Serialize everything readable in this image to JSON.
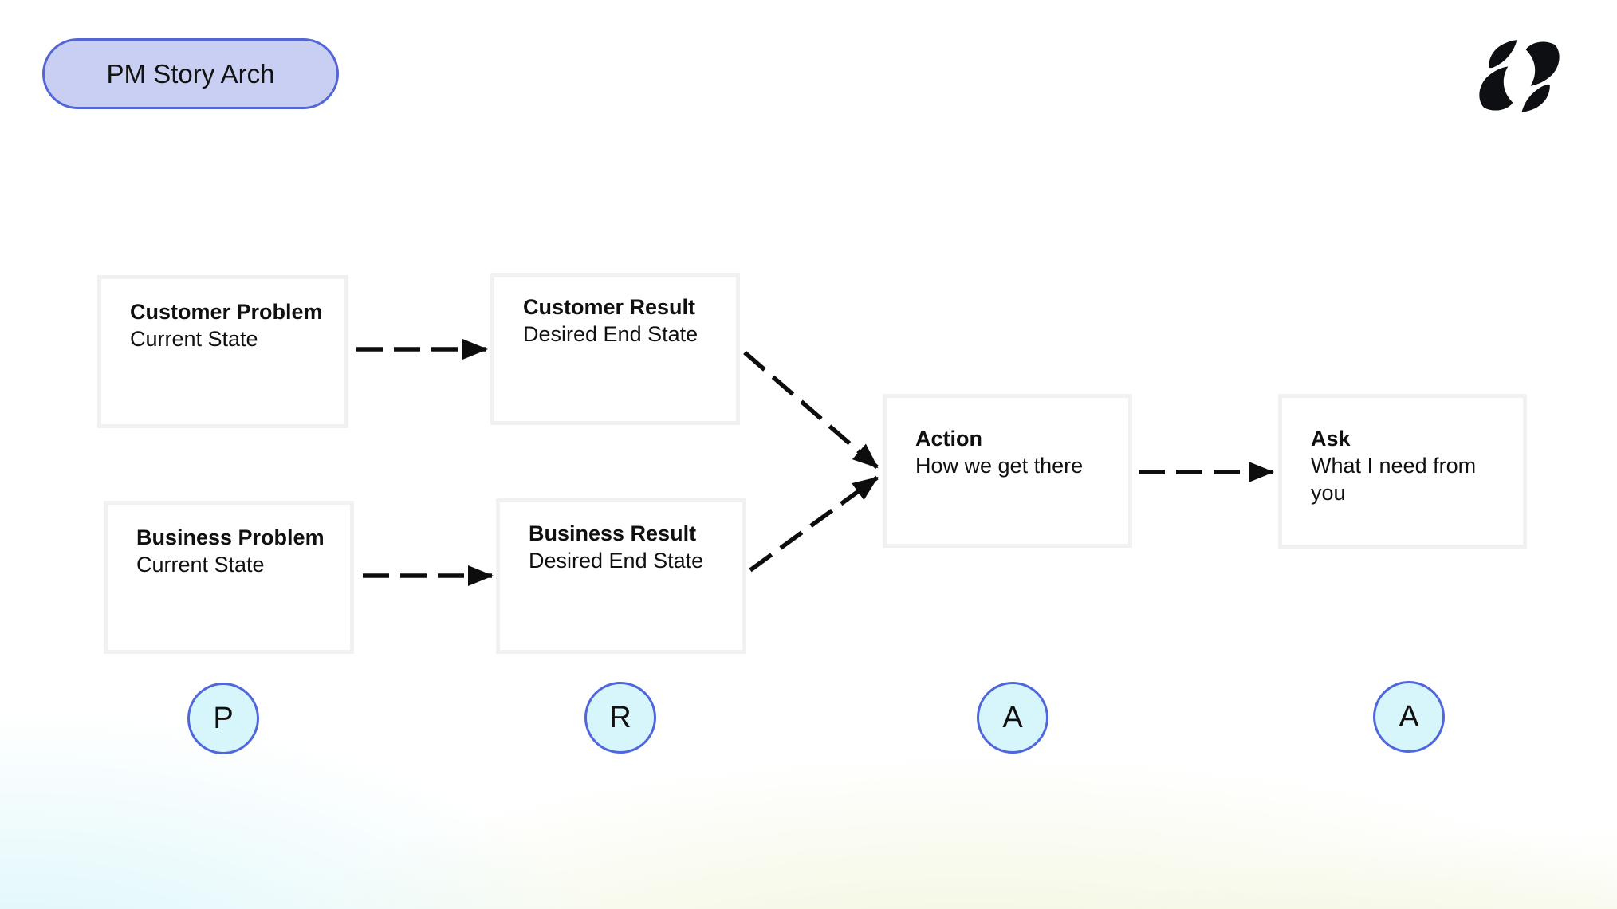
{
  "header": {
    "badge_label": "PM Story Arch",
    "logo_icon": "brand-logo"
  },
  "diagram": {
    "nodes": [
      {
        "id": "customer-problem",
        "title": "Customer Problem",
        "subtitle": "Current State"
      },
      {
        "id": "customer-result",
        "title": "Customer Result",
        "subtitle": "Desired End State"
      },
      {
        "id": "business-problem",
        "title": "Business Problem",
        "subtitle": "Current State"
      },
      {
        "id": "business-result",
        "title": "Business Result",
        "subtitle": "Desired End State"
      },
      {
        "id": "action",
        "title": "Action",
        "subtitle": "How we get there"
      },
      {
        "id": "ask",
        "title": "Ask",
        "subtitle": "What I need from you"
      }
    ],
    "sequence_markers": [
      "P",
      "R",
      "A",
      "A"
    ]
  },
  "colors": {
    "badge_fill": "#c9cff2",
    "badge_border": "#5465d4",
    "marker_fill": "#d7f6fc",
    "marker_border": "#4f66dd",
    "node_border": "#f1f1f1",
    "arrow": "#0d0d0d"
  }
}
